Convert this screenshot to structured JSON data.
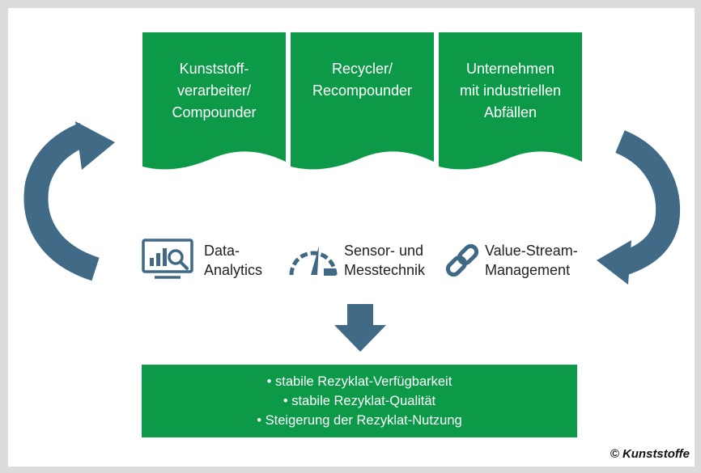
{
  "colors": {
    "green": "#0c9a48",
    "arrow": "#406a86",
    "icon": "#3f6985"
  },
  "cards": [
    {
      "lines": [
        "Kunststoff-",
        "verarbeiter/",
        "Compounder"
      ]
    },
    {
      "lines": [
        "Recycler/",
        "Recompounder"
      ]
    },
    {
      "lines": [
        "Unternehmen",
        "mit industriellen",
        "Abfällen"
      ]
    }
  ],
  "tools": [
    {
      "icon": "data-analytics-monitor-icon",
      "lines": [
        "Data-",
        "Analytics"
      ]
    },
    {
      "icon": "speedometer-gauge-icon",
      "lines": [
        "Sensor- und",
        "Messtechnik"
      ]
    },
    {
      "icon": "chain-link-icon",
      "lines": [
        "Value-Stream-",
        "Management"
      ]
    }
  ],
  "results": [
    "• stabile Rezyklat-Verfügbarkeit",
    "• stabile Rezyklat-Qualität",
    "• Steigerung der Rezyklat-Nutzung"
  ],
  "copyright": "© Kunststoffe"
}
